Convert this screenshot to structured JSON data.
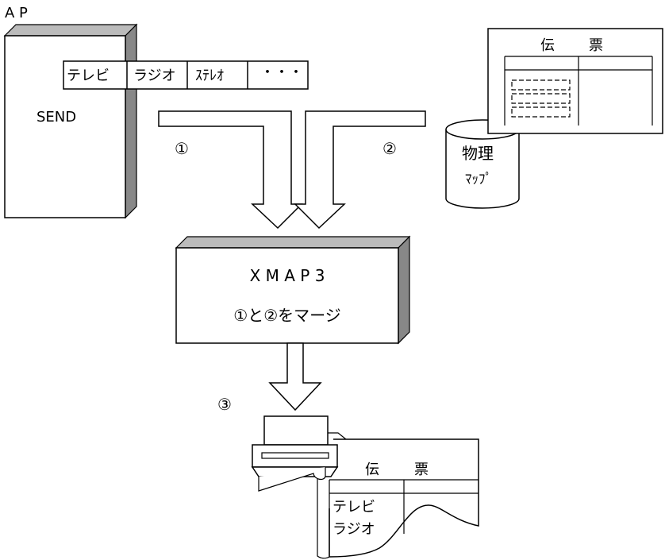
{
  "ap_label": "A P",
  "program": {
    "send_label": "SEND",
    "fields": [
      "テレビ",
      "ラジオ",
      "ｽﾃﾚｵ",
      "・・・"
    ]
  },
  "steps": {
    "one": "①",
    "two": "②",
    "three": "③"
  },
  "physical_map": {
    "line1": "物理",
    "line2": "ﾏｯﾌﾟ"
  },
  "form_template": {
    "title_left": "伝",
    "title_right": "票"
  },
  "xmap3": {
    "title": "X M A P 3",
    "subtitle": "①と②をマージ"
  },
  "printed_form": {
    "title_left": "伝",
    "title_right": "票",
    "rows": [
      "テレビ",
      "ラジオ"
    ]
  }
}
